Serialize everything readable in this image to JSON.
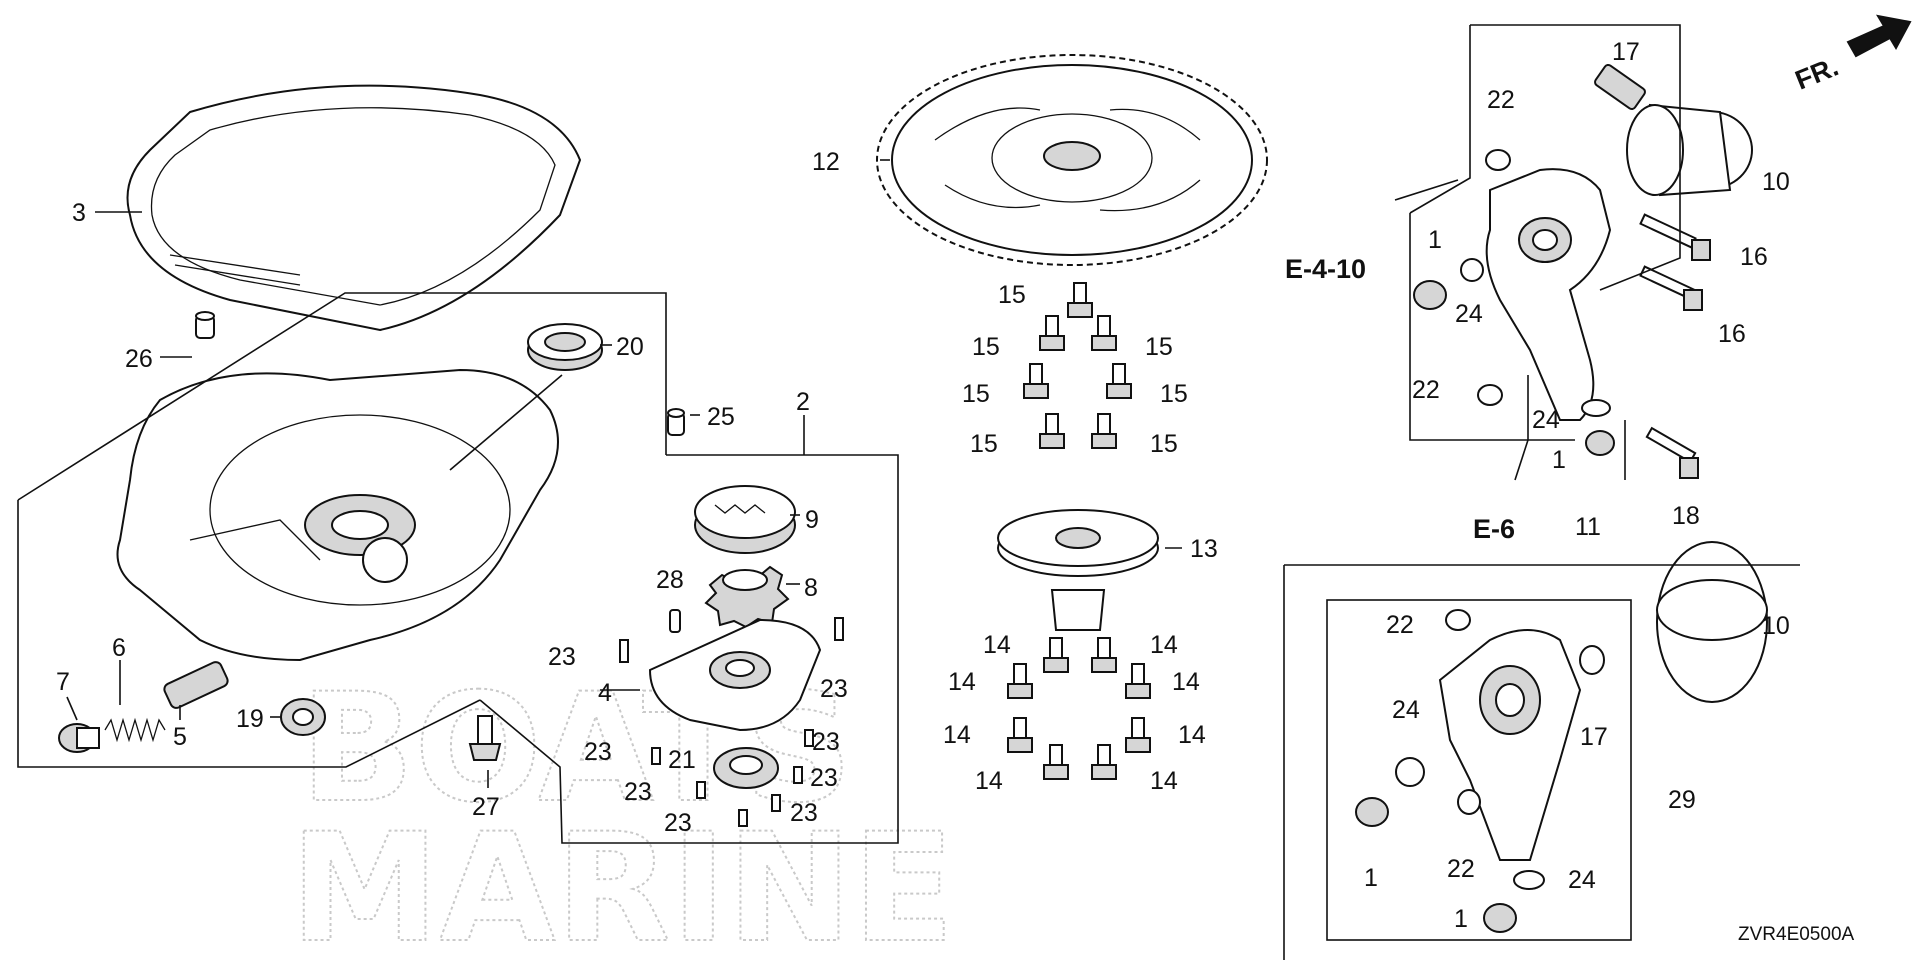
{
  "diagram_code": "ZVR4E0500A",
  "watermark": {
    "line1": "BOATS",
    "line2": "MARINE"
  },
  "direction_indicator": {
    "label": "FR."
  },
  "references": {
    "upper": "E-4-10",
    "lower": "E-6"
  },
  "callouts": {
    "p1a": "1",
    "p1b": "1",
    "p1c": "1",
    "p1d": "1",
    "p2": "2",
    "p3": "3",
    "p4": "4",
    "p5": "5",
    "p6": "6",
    "p7": "7",
    "p8": "8",
    "p9": "9",
    "p10a": "10",
    "p10b": "10",
    "p11": "11",
    "p12": "12",
    "p13": "13",
    "p14a": "14",
    "p14b": "14",
    "p14c": "14",
    "p14d": "14",
    "p14e": "14",
    "p14f": "14",
    "p14g": "14",
    "p14h": "14",
    "p15a": "15",
    "p15b": "15",
    "p15c": "15",
    "p15d": "15",
    "p15e": "15",
    "p15f": "15",
    "p15g": "15",
    "p16a": "16",
    "p16b": "16",
    "p17a": "17",
    "p17b": "17",
    "p18": "18",
    "p19": "19",
    "p20": "20",
    "p21": "21",
    "p22a": "22",
    "p22b": "22",
    "p22c": "22",
    "p22d": "22",
    "p23a": "23",
    "p23b": "23",
    "p23c": "23",
    "p23d": "23",
    "p23e": "23",
    "p23f": "23",
    "p23g": "23",
    "p23h": "23",
    "p24a": "24",
    "p24b": "24",
    "p24c": "24",
    "p24d": "24",
    "p25": "25",
    "p26": "26",
    "p27": "27",
    "p28": "28",
    "p29": "29"
  }
}
